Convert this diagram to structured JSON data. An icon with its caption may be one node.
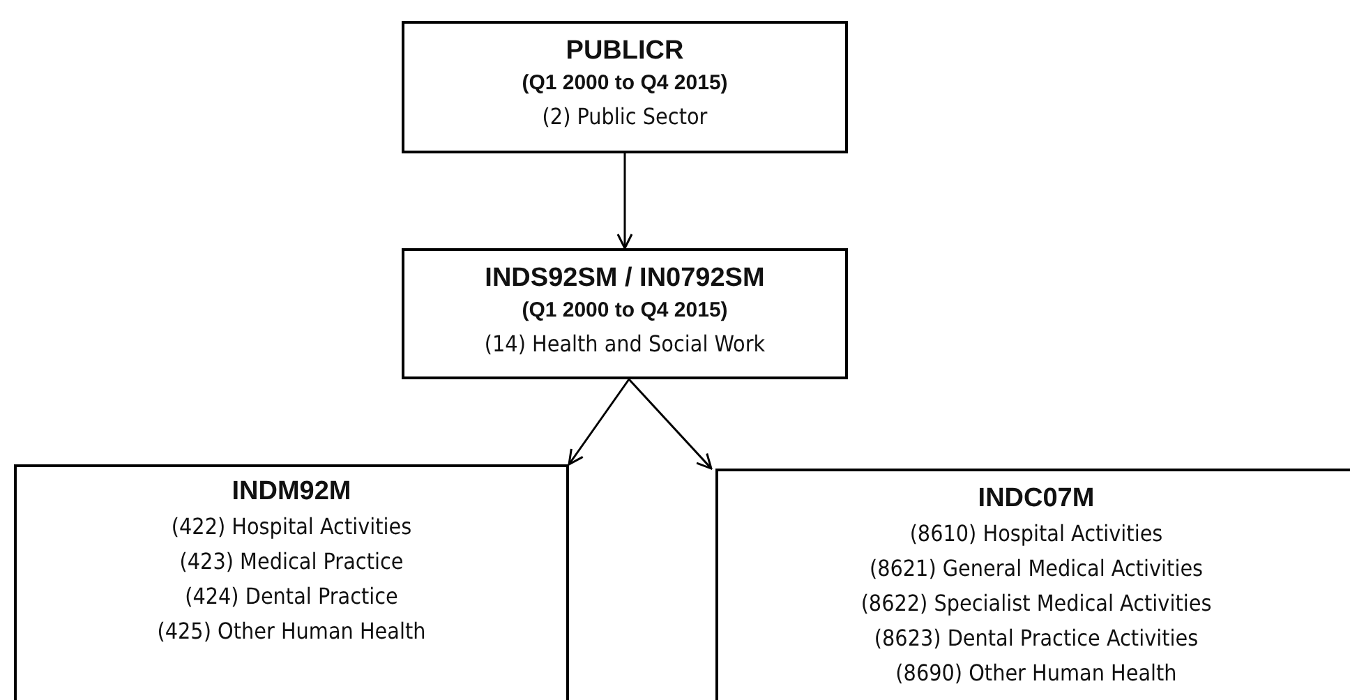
{
  "diagram": {
    "nodes": [
      {
        "text": [
          "PUBLICR",
          "(Q1 2000 to Q4 2015)",
          "(2) Public Sector"
        ]
      },
      {
        "text": [
          "INDS92SM / IN0792SM",
          "(Q1 2000 to Q4 2015)",
          "(14) Health and Social Work"
        ]
      },
      {
        "text": [
          "INDM92M",
          "(422) Hospital Activities",
          "(423) Medical Practice",
          "(424) Dental Practice",
          "(425) Other Human Health"
        ]
      },
      {
        "text": [
          "INDC07M",
          "(8610) Hospital Activities",
          "(8621) General Medical Activities",
          "(8622) Specialist Medical Activities",
          "(8623) Dental Practice Activities",
          "(8690) Other Human Health"
        ]
      }
    ],
    "edges": [
      {
        "from": 0,
        "to": 1,
        "arrow": "to"
      },
      {
        "from": 1,
        "to": 2,
        "arrow": "to"
      },
      {
        "from": 1,
        "to": 3,
        "arrow": "to"
      }
    ]
  }
}
